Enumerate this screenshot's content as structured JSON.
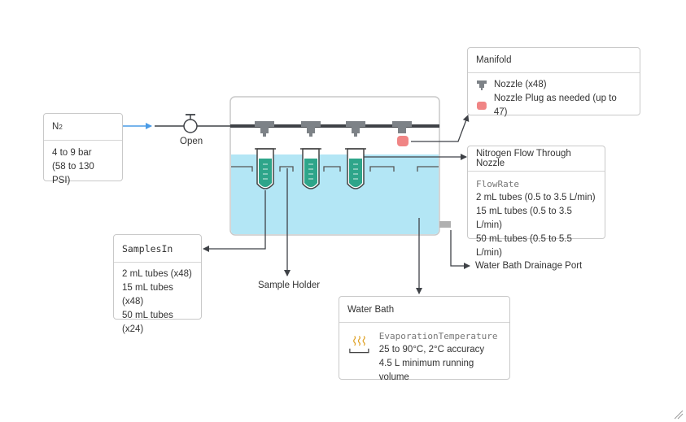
{
  "n2": {
    "title_main": "N",
    "title_sub": "2",
    "lines": [
      "4 to 9 bar",
      "(58 to 130 PSI)"
    ]
  },
  "valve": {
    "label": "Open"
  },
  "manifold": {
    "title": "Manifold",
    "items": [
      {
        "icon": "nozzle-icon",
        "label": "Nozzle (x48)",
        "color": "#7d8287"
      },
      {
        "icon": "plug-icon",
        "label": "Nozzle Plug as needed (up to 47)",
        "color": "#f08585"
      }
    ]
  },
  "nitrogen": {
    "title": "Nitrogen Flow Through Nozzle",
    "code": "FlowRate",
    "lines": [
      "2 mL tubes (0.5 to 3.5 L/min)",
      "15 mL tubes (0.5 to 3.5 L/min)",
      "50 mL tubes (0.5 to 5.5 L/min)"
    ]
  },
  "samples": {
    "code": "SamplesIn",
    "lines": [
      "2 mL tubes (x48)",
      "15 mL tubes (x48)",
      "50 mL tubes (x24)"
    ]
  },
  "holder": {
    "label": "Sample Holder"
  },
  "drain": {
    "label": "Water Bath Drainage Port"
  },
  "bath": {
    "title": "Water Bath",
    "code": "EvaporationTemperature",
    "lines": [
      "25 to 90°C, 2°C accuracy",
      "4.5 L minimum running volume"
    ],
    "icon": "heat-icon"
  },
  "colors": {
    "water": "#b3e6f5",
    "tube_fill": "#2ea58a",
    "arrow_blue": "#4a9be6",
    "line": "#3f4247",
    "nozzle": "#7d8287",
    "plug": "#f08585"
  }
}
